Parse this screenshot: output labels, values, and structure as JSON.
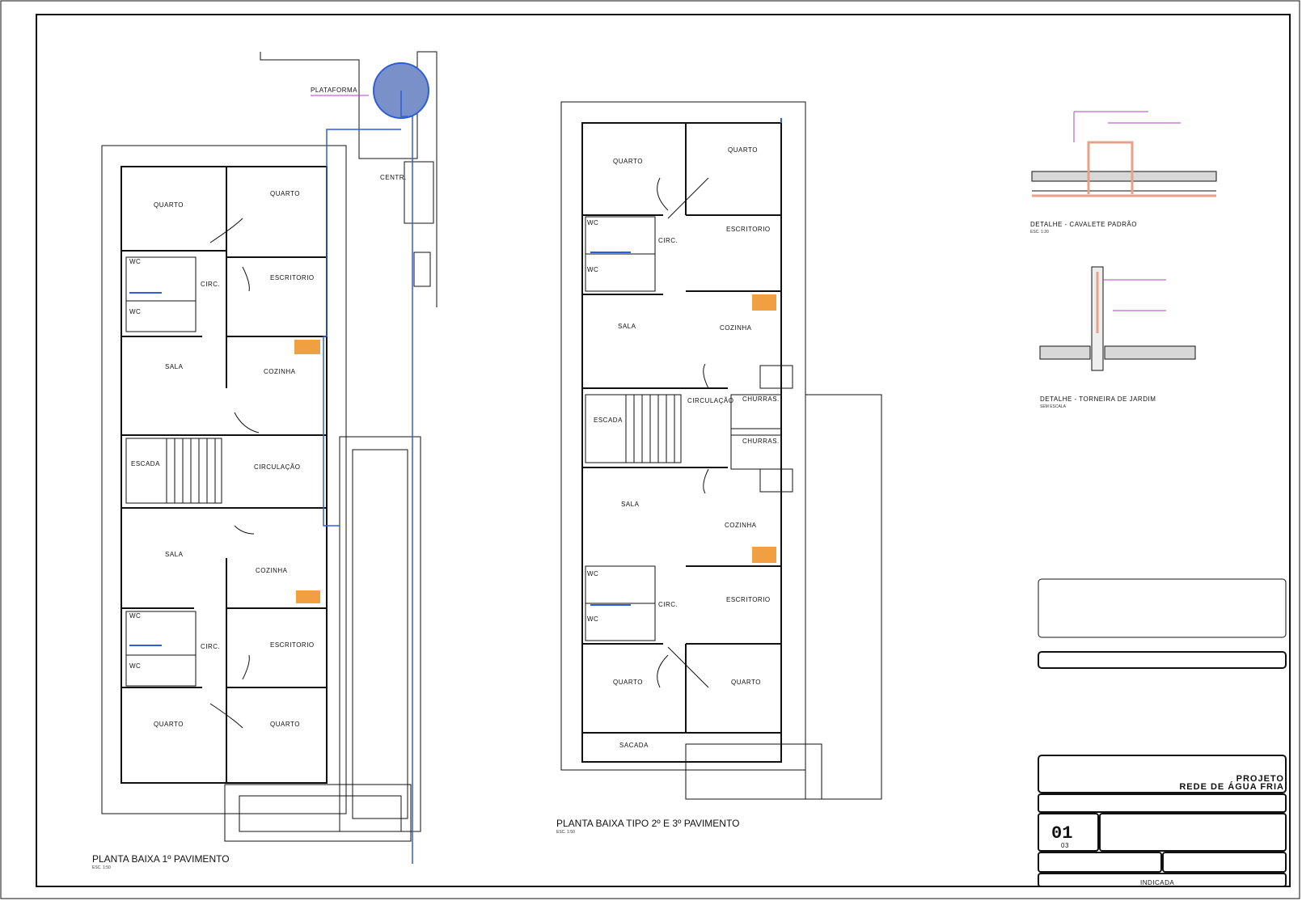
{
  "plans": {
    "left_title": "PLANTA BAIXA 1º PAVIMENTO",
    "left_scale": "ESC. 1:50",
    "right_title": "PLANTA BAIXA TIPO 2º E 3º PAVIMENTO",
    "right_scale": "ESC. 1:50"
  },
  "rooms": {
    "quarto": "QUARTO",
    "escritorio": "ESCRITORIO",
    "wc": "WC",
    "circ": "CIRC.",
    "sala": "SALA",
    "cozinha": "COZINHA",
    "escada": "ESCADA",
    "circulacao": "CIRCULAÇÃO",
    "churras": "CHURRAS.",
    "sacada": "SACADA",
    "centr": "CENTR.",
    "plataforma": "PLATAFORMA"
  },
  "details": {
    "cavalete_title": "DETALHE - CAVALETE PADRÃO",
    "cavalete_scale": "ESC. 1:20",
    "torneira_title": "DETALHE - TORNEIRA DE JARDIM",
    "torneira_scale": "SEM ESCALA"
  },
  "title_block": {
    "project_label": "PROJETO",
    "project_name": "REDE DE ÁGUA FRIA",
    "sheet_number": "01",
    "sheet_total": "03",
    "scale_value": "INDICADA"
  },
  "colors": {
    "line": "#111111",
    "water_pipe": "#2f5fd8",
    "annotation": "#b040c0",
    "fixture": "#f0a040",
    "detail_pipe": "#e8a088"
  }
}
